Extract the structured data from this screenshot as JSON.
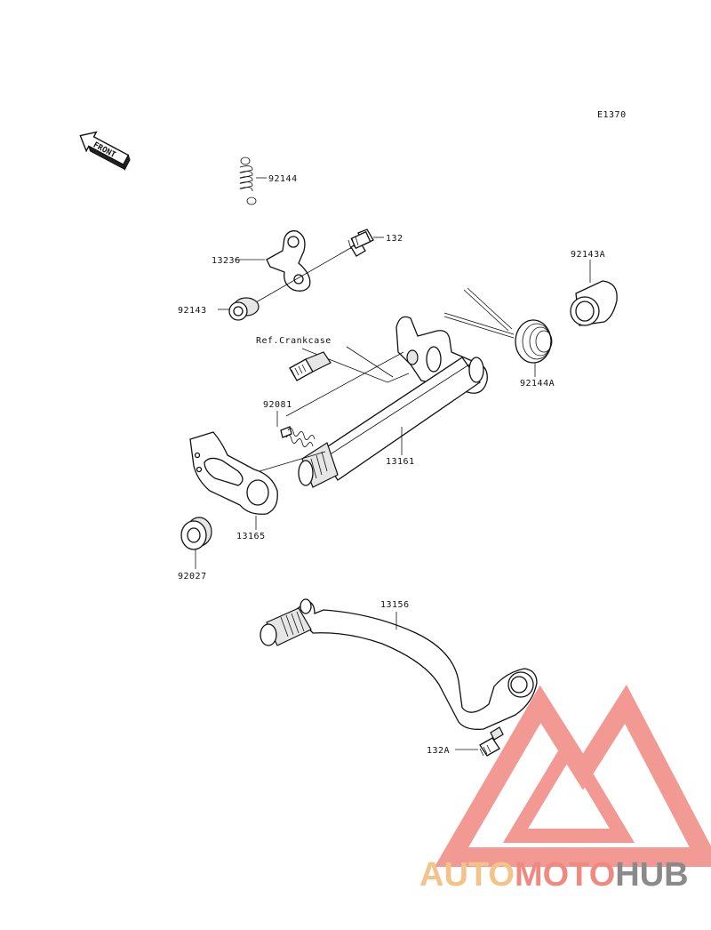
{
  "diagram_code": "E1370",
  "front_label": "FRONT",
  "parts": {
    "spring_top": "92144",
    "bolt_132": "132",
    "arm_13236": "13236",
    "collar_92143": "92143",
    "collar_92143a": "92143A",
    "ref_crankcase": "Ref.Crankcase",
    "spring_92144a": "92144A",
    "spring_92081": "92081",
    "shaft_13161": "13161",
    "plate_13165": "13165",
    "seal_92027": "92027",
    "pedal_13156": "13156",
    "bolt_132a": "132A"
  },
  "watermark": {
    "word_part1": "AUTO",
    "word_part2": "MOTO",
    "word_part3": "HUB",
    "colors": {
      "auto": "#f5c28a",
      "moto": "#f08a80",
      "hub": "#8a8a8a",
      "triangle": "#f18f88"
    }
  }
}
